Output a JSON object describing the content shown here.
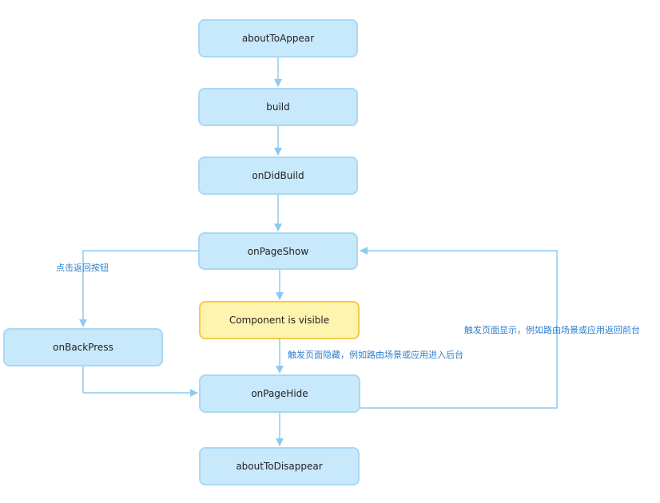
{
  "nodes": {
    "about_to_appear": "aboutToAppear",
    "build": "build",
    "on_did_build": "onDidBuild",
    "on_page_show": "onPageShow",
    "component_visible": "Component is visible",
    "on_back_press": "onBackPress",
    "on_page_hide": "onPageHide",
    "about_to_disappear": "aboutToDisappear"
  },
  "edge_labels": {
    "back_button": "点击返回按钮",
    "page_hidden": "触发页面隐藏，例如路由场景或应用进入后台",
    "page_shown": "触发页面显示，例如路由场景或应用返回前台"
  },
  "colors": {
    "node_fill": "#c8e8fb",
    "node_border": "#a9d8f5",
    "highlight_fill": "#fff3b0",
    "highlight_border": "#f2cc4e",
    "arrow": "#8ecaf0",
    "label_text": "#2f7fcf"
  }
}
